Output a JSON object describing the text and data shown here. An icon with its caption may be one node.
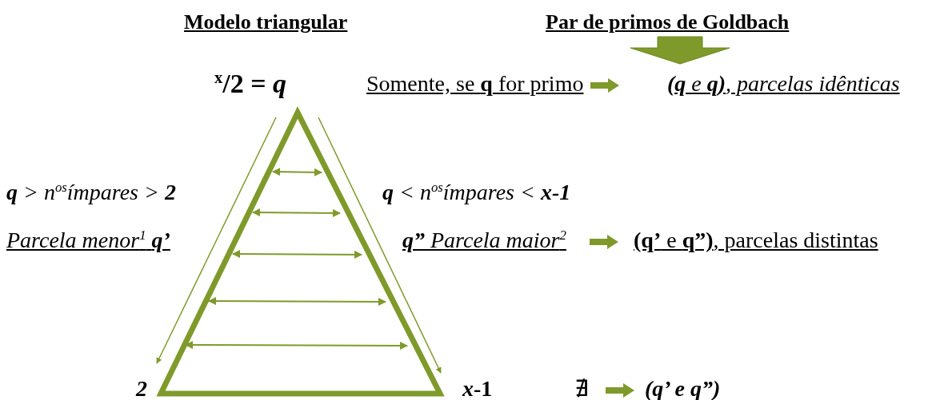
{
  "diagram": {
    "labels": [
      "Modelo triangular",
      "Par de primos de Goldbach",
      "$^{x}$/2 = *q*",
      "Somente, se **q** for primo",
      "**(q** e **q)**, parcelas idênticas",
      "**q** > n$^{os}$ímpares > **2**",
      "**q** < n$^{os}$ímpares < **x-1**",
      "Parcela menor$^{1}$  **q’**",
      "**q”**  Parcela maior$^{2}$",
      "**(q’** e **q”)**, parcelas distintas",
      "2",
      "*x*-1",
      "∄",
      "(q’ e q”)"
    ]
  }
}
